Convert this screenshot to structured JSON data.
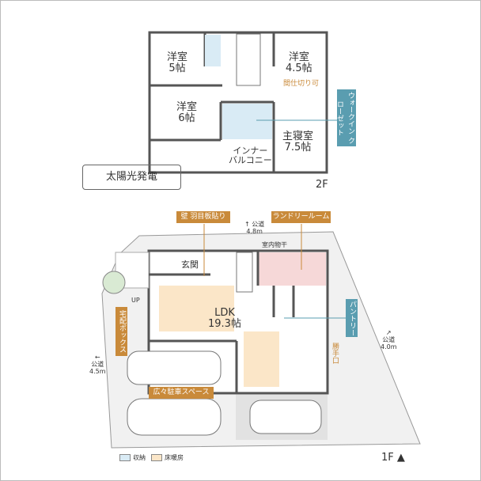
{
  "floor2": {
    "label": "2F",
    "solar": "太陽光発電",
    "rooms": [
      {
        "name": "洋室",
        "size": "5帖"
      },
      {
        "name": "洋室",
        "size": "4.5帖"
      },
      {
        "name": "洋室",
        "size": "6帖"
      },
      {
        "name": "主寝室",
        "size": "7.5帖"
      },
      {
        "name": "インナー",
        "size": "バルコニー"
      }
    ],
    "partition_note": "間仕切り可",
    "walk_in_closet": "ウォークイン クローゼット"
  },
  "floor1": {
    "label": "1F",
    "wall_tag": "壁 羽目板貼り",
    "laundry_tag": "ランドリールーム",
    "indoor_drying": "室内物干",
    "entrance": "玄関",
    "ldk_name": "LDK",
    "ldk_size": "19.3帖",
    "delivery_box": "宅配ボックス",
    "pantry": "パントリー",
    "back_door": "勝手口",
    "parking": "広々駐車スペース",
    "up": "UP",
    "roads": [
      {
        "label": "公道",
        "width": "4.8m"
      },
      {
        "label": "公道",
        "width": "4.0m"
      },
      {
        "label": "公道",
        "width": "4.5m"
      }
    ]
  },
  "legend": [
    {
      "label": "収納",
      "color": "#d9ebf5"
    },
    {
      "label": "床暖房",
      "color": "#fbe6c8"
    }
  ],
  "colors": {
    "orange": "#c98a3a",
    "teal": "#5a9db0",
    "laundry": "#f6d8d8",
    "wall": "#555555"
  }
}
